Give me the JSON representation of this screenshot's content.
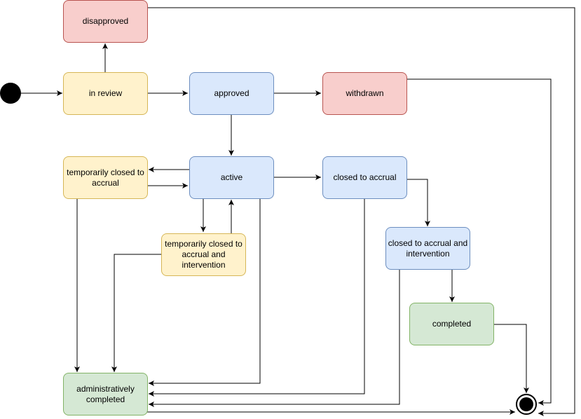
{
  "states": {
    "disapproved": "disapproved",
    "in_review": "in review",
    "approved": "approved",
    "withdrawn": "withdrawn",
    "temp_closed_accrual": "temporarily closed to accrual",
    "active": "active",
    "closed_accrual": "closed to accrual",
    "temp_closed_accrual_intervention": "temporarily closed to accrual and intervention",
    "closed_accrual_intervention": "closed to accrual and intervention",
    "completed": "completed",
    "admin_completed": "administratively completed"
  },
  "colors": {
    "yellow_fill": "#fff2cc",
    "blue_fill": "#dae8fc",
    "red_fill": "#f8cecc",
    "green_fill": "#d5e8d4",
    "edge": "#000000"
  }
}
